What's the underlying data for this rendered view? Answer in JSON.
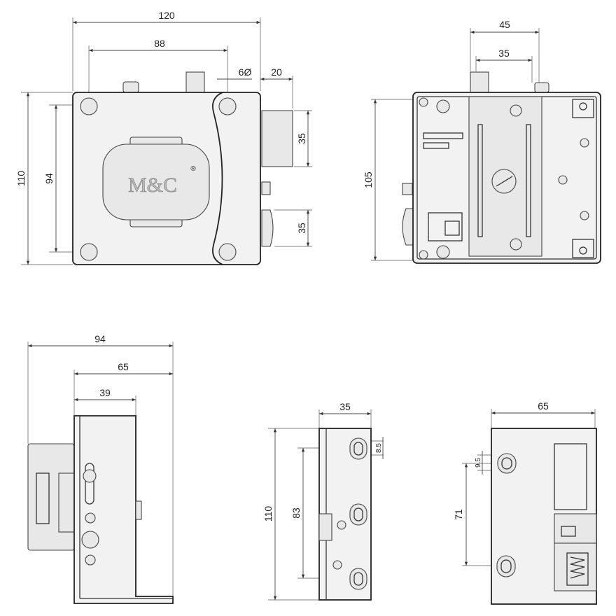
{
  "logo": {
    "text": "M&C",
    "mark": "®"
  },
  "front_view": {
    "dims": {
      "width_total": "120",
      "hole_spacing_h": "88",
      "diameter": "6Ø",
      "bolt_projection": "20",
      "height_total": "110",
      "hole_spacing_v": "94",
      "bolt_upper": "35",
      "bolt_lower": "35"
    }
  },
  "back_view": {
    "dims": {
      "plate_width": "45",
      "plate_inner": "35",
      "height": "105"
    }
  },
  "side_view": {
    "dims": {
      "depth_total": "94",
      "depth_body": "65",
      "depth_inner": "39"
    }
  },
  "strike_plate": {
    "dims": {
      "width": "35",
      "height": "110",
      "slot_spacing": "83",
      "slot_size": "8.5"
    }
  },
  "keeper": {
    "dims": {
      "width": "65",
      "slot_spacing": "71",
      "slot_size": "9.5"
    }
  }
}
